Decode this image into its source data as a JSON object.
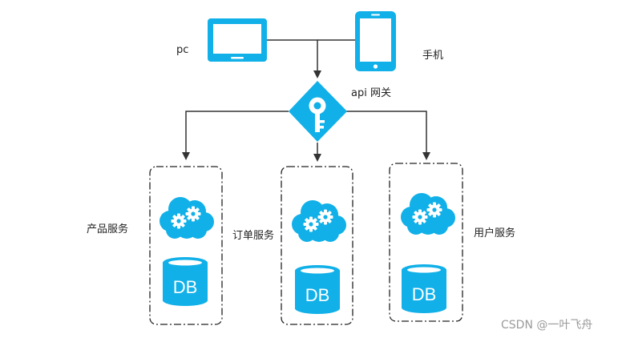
{
  "clients": {
    "pc_label": "pc",
    "mobile_label": "手机"
  },
  "gateway": {
    "label": "api 网关"
  },
  "services": [
    {
      "label": "产品服务",
      "db_label": "DB"
    },
    {
      "label": "订单服务",
      "db_label": "DB"
    },
    {
      "label": "用户服务",
      "db_label": "DB"
    }
  ],
  "watermark": "CSDN @一叶飞舟",
  "colors": {
    "accent": "#11b0e8",
    "line": "#333333",
    "text": "#222222",
    "watermark": "#9a9a9a"
  }
}
